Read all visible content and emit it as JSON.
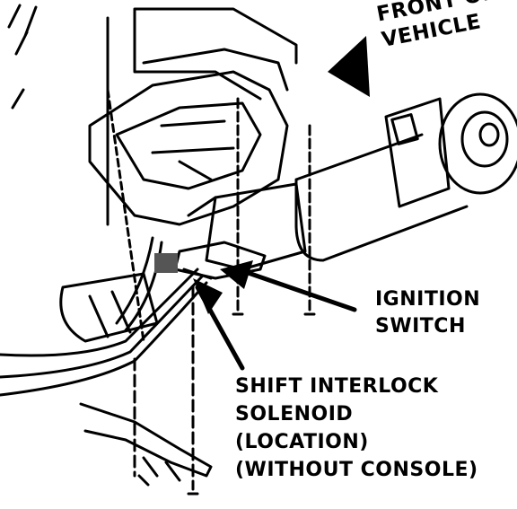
{
  "labels": {
    "front_of_vehicle": [
      "FRONT OF",
      "VEHICLE"
    ],
    "ignition_switch": [
      "IGNITION",
      "SWITCH"
    ],
    "shift_interlock_solenoid": [
      "SHIFT INTERLOCK",
      "SOLENOID",
      "(LOCATION)",
      "(WITHOUT CONSOLE)"
    ]
  },
  "colors": {
    "ink": "#000000",
    "paper": "#ffffff"
  }
}
